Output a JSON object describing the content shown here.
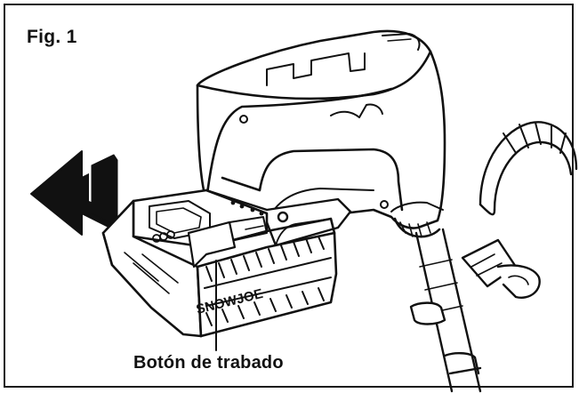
{
  "figure": {
    "label": "Fig. 1",
    "callout": "Botón de trabado",
    "battery_brand": "SNOWJOE"
  },
  "colors": {
    "ink": "#111111",
    "paper": "#ffffff"
  },
  "icons": [
    "arrow-left-icon"
  ]
}
